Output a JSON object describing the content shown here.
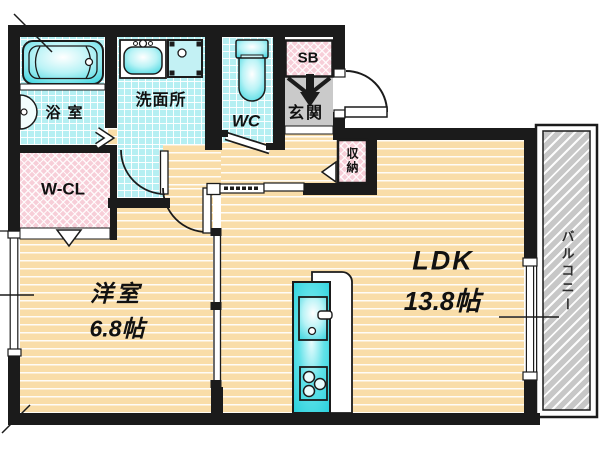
{
  "rooms": {
    "bathroom": {
      "label": "浴室"
    },
    "washroom": {
      "label": "洗面所"
    },
    "toilet": {
      "label": "WC"
    },
    "shoe_box": {
      "label": "SB"
    },
    "entrance": {
      "label": "玄関"
    },
    "storage": {
      "label": "収納"
    },
    "walk_in_closet": {
      "label": "W-CL"
    },
    "western_room": {
      "label": "洋室",
      "size": "6.8帖"
    },
    "ldk": {
      "label": "LDK",
      "size": "13.8帖"
    },
    "balcony": {
      "label": "バルコニー"
    }
  },
  "colors": {
    "wall": "#1b1b1b",
    "tile_floor": "#b5eff2",
    "wood_floor": "#f9dda8",
    "closet_pink": "#f7ced8",
    "entrance_gray": "#cacaca",
    "balcony_gray": "#c7c7c7",
    "fixture_cyan": "#2fd2dd"
  }
}
